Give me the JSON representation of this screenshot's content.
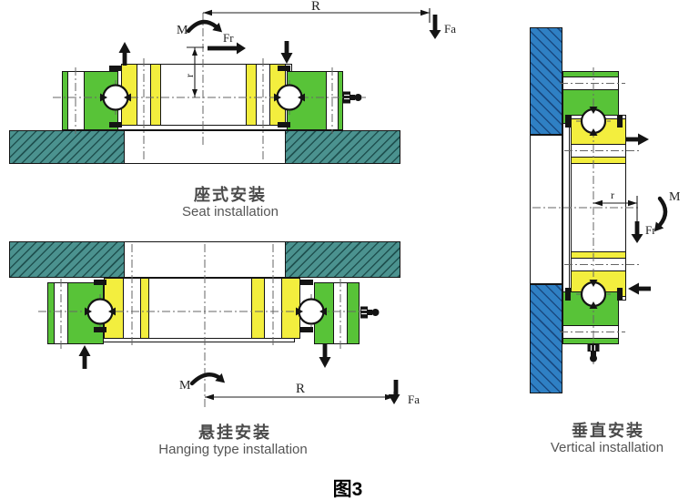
{
  "caption": "图3",
  "panels": {
    "seat": {
      "title_zh": "座式安装",
      "title_en": "Seat installation",
      "labels": {
        "moment": "M",
        "radial_force": "Fr",
        "axial_force": "Fa",
        "load_radius": "R",
        "race_radius": "r"
      }
    },
    "hanging": {
      "title_zh": "悬挂安装",
      "title_en": "Hanging type installation",
      "labels": {
        "moment": "M",
        "load_radius": "R",
        "axial_force": "Fa"
      }
    },
    "vertical": {
      "title_zh": "垂直安装",
      "title_en": "Vertical installation",
      "labels": {
        "moment": "M",
        "radial_force": "Fr",
        "race_radius": "r"
      }
    }
  },
  "colors": {
    "outer_ring_green": "#58c338",
    "inner_ring_yellow": "#f3ee3e",
    "foundation_teal": "#4b928f",
    "wall_blue": "#2f80c4",
    "outline_black": "#141414"
  }
}
